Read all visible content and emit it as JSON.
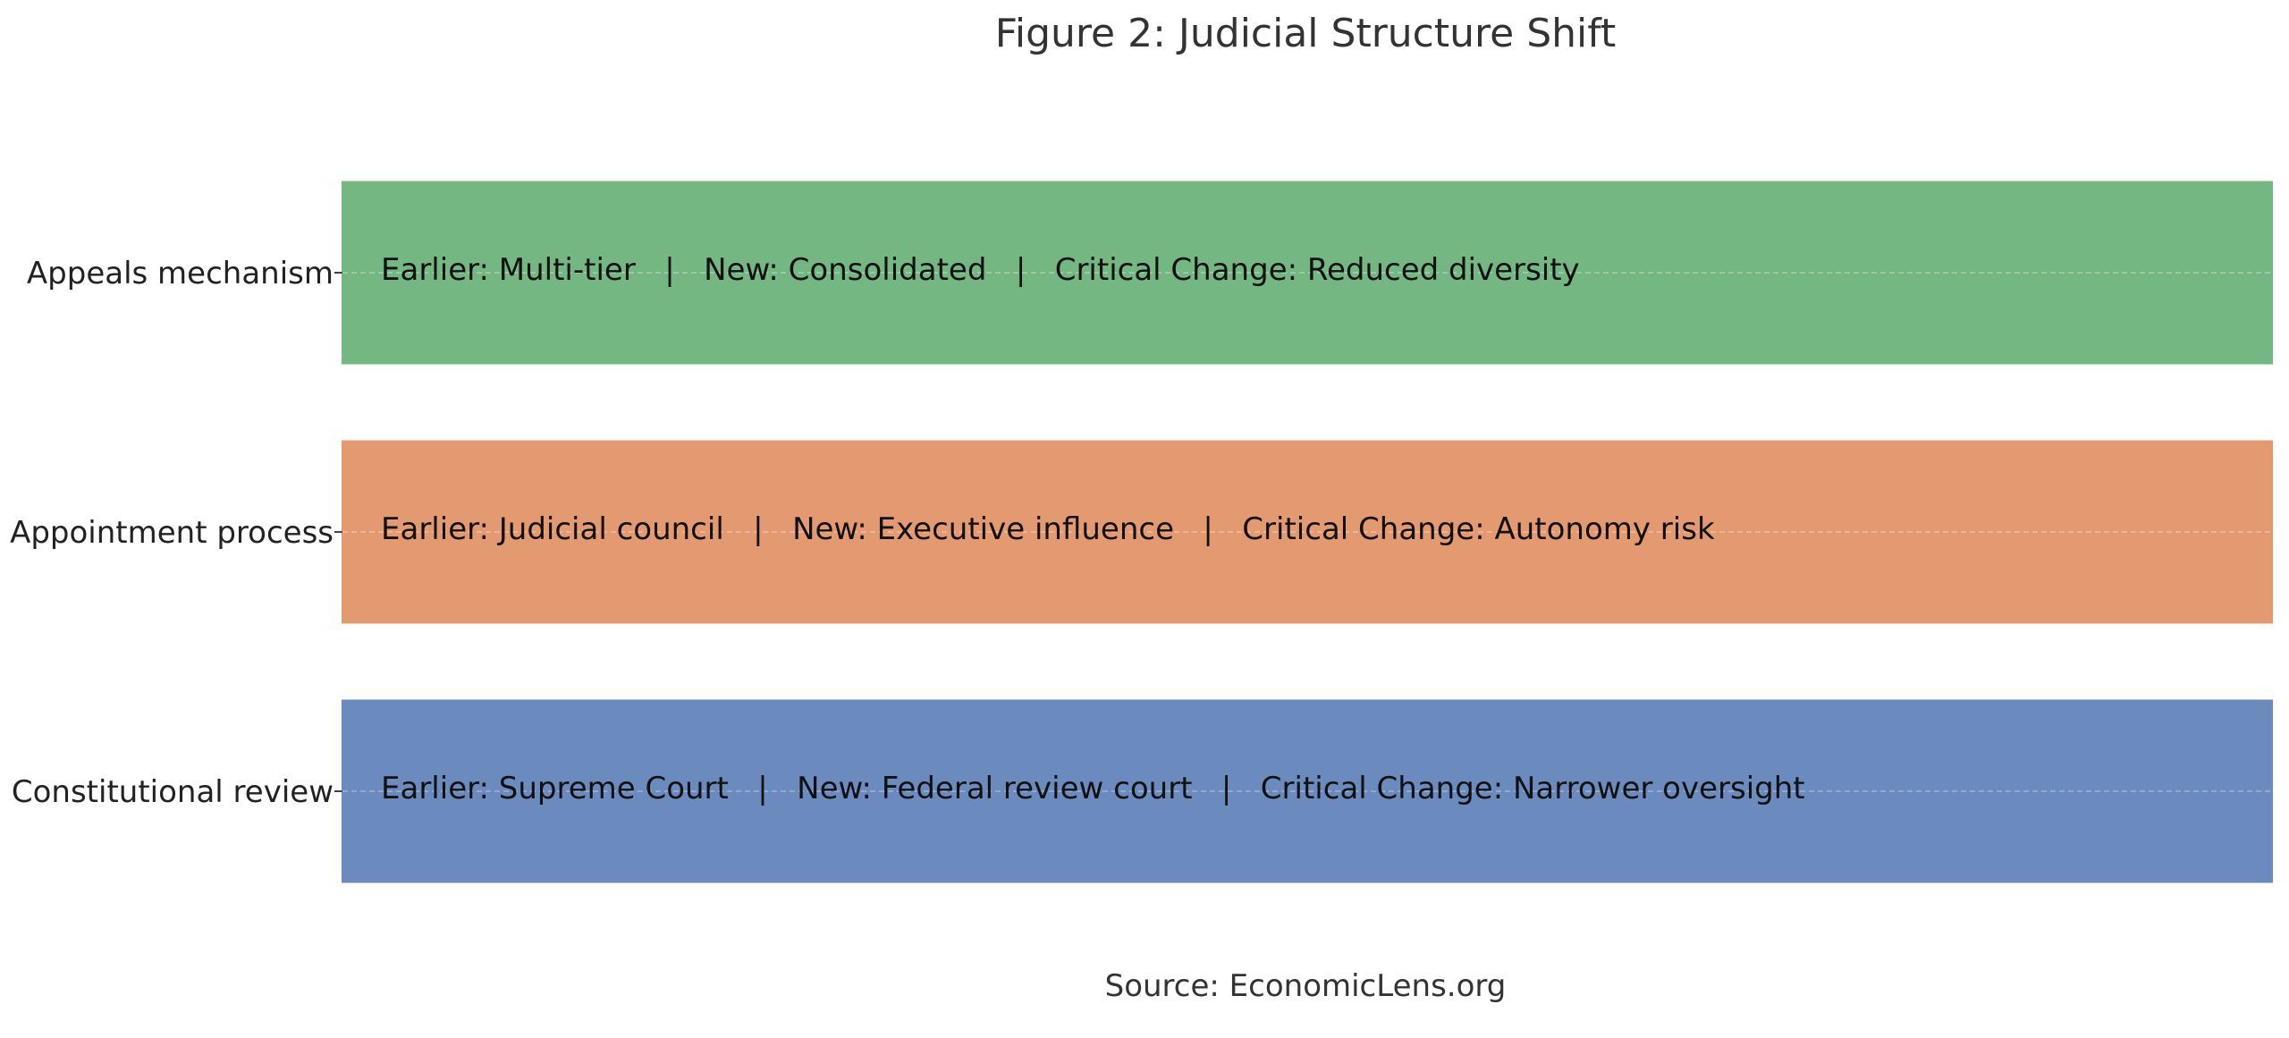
{
  "chart_data": {
    "type": "bar",
    "orientation": "horizontal",
    "title": "Figure 2: Judicial Structure Shift",
    "source": "Source: EconomicLens.org",
    "xlabel": "",
    "ylabel": "",
    "categories": [
      "Constitutional review",
      "Appointment process",
      "Appeals mechanism"
    ],
    "values": [
      1,
      1,
      1
    ],
    "xlim": [
      0,
      1
    ],
    "bar_labels": [
      "Earlier: Supreme Court   |   New: Federal review court   |   Critical Change: Narrower oversight",
      "Earlier: Judicial council   |   New: Executive influence   |   Critical Change: Autonomy risk",
      "Earlier: Multi-tier   |   New: Consolidated   |   Critical Change: Reduced diversity"
    ],
    "colors": [
      "#6B8BBF",
      "#E39A70",
      "#74B783"
    ],
    "grid": "horizontal dashed",
    "legend": "none"
  }
}
